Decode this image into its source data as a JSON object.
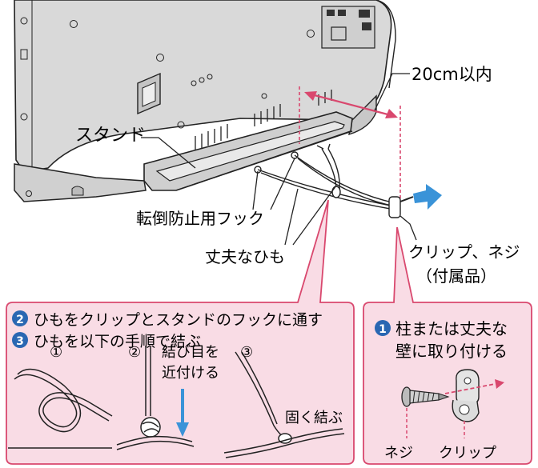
{
  "labels": {
    "distance": "20cm以内",
    "stand": "スタンド",
    "hook": "転倒防止用フック",
    "cord": "丈夫なひも",
    "clip_screw": "クリップ、ネジ",
    "accessory": "（付属品）"
  },
  "panel_left": {
    "step2_num": "2",
    "step2": "ひもをクリップとスタンドのフックに通す",
    "step3_num": "3",
    "step3": "ひもを以下の手順で結ぶ",
    "knot1": "①",
    "knot2": "②",
    "knot3": "③",
    "tighten_line1": "結び目を",
    "tighten_line2": "近付ける",
    "tie_firmly": "固く結ぶ"
  },
  "panel_right": {
    "step1_num": "1",
    "step1_line1": "柱または丈夫な",
    "step1_line2": "壁に取り付ける",
    "screw": "ネジ",
    "clip": "クリップ"
  },
  "colors": {
    "panel_fill": "#f9dce5",
    "panel_border": "#d9486e",
    "step_badge": "#2a67b2",
    "distance_arrow": "#d9486e",
    "pull_arrow": "#3a93d8",
    "tv_body": "#d9d9d9"
  }
}
